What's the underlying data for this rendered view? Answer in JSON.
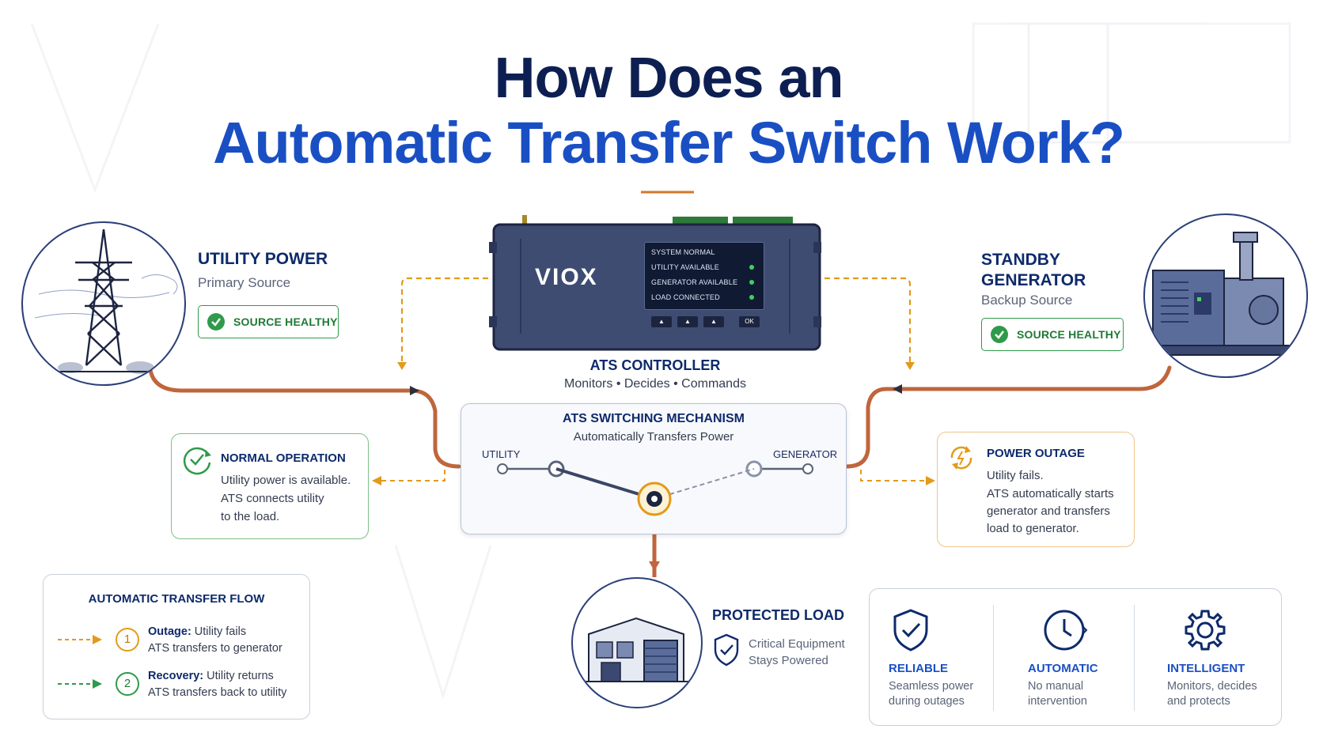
{
  "title": {
    "line1": "How Does an",
    "line2": "Automatic Transfer Switch Work?"
  },
  "utility": {
    "heading": "UTILITY POWER",
    "subtitle": "Primary Source",
    "badge": "SOURCE HEALTHY"
  },
  "generator": {
    "heading_line1": "STANDBY",
    "heading_line2": "GENERATOR",
    "subtitle": "Backup Source",
    "badge": "SOURCE HEALTHY"
  },
  "controller": {
    "brand": "VIOX",
    "screen_lines": [
      "SYSTEM NORMAL",
      "UTILITY AVAILABLE",
      "GENERATOR AVAILABLE",
      "LOAD CONNECTED"
    ],
    "buttons": [
      "▲",
      "▲",
      "▲",
      "OK"
    ],
    "label": "ATS CONTROLLER",
    "caption": "Monitors • Decides • Commands"
  },
  "mechanism": {
    "title": "ATS SWITCHING MECHANISM",
    "subtitle": "Automatically Transfers Power",
    "left_label": "UTILITY",
    "right_label": "GENERATOR"
  },
  "normal_op": {
    "title": "NORMAL OPERATION",
    "lines": [
      "Utility power is available.",
      "ATS connects utility",
      "to the load."
    ]
  },
  "outage": {
    "title": "POWER OUTAGE",
    "lines": [
      "Utility fails.",
      "ATS automatically starts",
      "generator and transfers",
      "load to generator."
    ]
  },
  "flow": {
    "title": "AUTOMATIC TRANSFER FLOW",
    "steps": [
      {
        "num": "1",
        "bold": "Outage:",
        "rest": " Utility fails",
        "line2": "ATS transfers to generator"
      },
      {
        "num": "2",
        "bold": "Recovery:",
        "rest": " Utility returns",
        "line2": "ATS transfers back to utility"
      }
    ]
  },
  "load": {
    "heading": "PROTECTED LOAD",
    "line1": "Critical Equipment",
    "line2": "Stays Powered"
  },
  "features": [
    {
      "icon": "shield-check-icon",
      "title": "RELIABLE",
      "line1": "Seamless power",
      "line2": "during outages"
    },
    {
      "icon": "clock-icon",
      "title": "AUTOMATIC",
      "line1": "No manual",
      "line2": "intervention"
    },
    {
      "icon": "gear-icon",
      "title": "INTELLIGENT",
      "line1": "Monitors, decides",
      "line2": "and protects"
    }
  ],
  "colors": {
    "navy": "#0d1f52",
    "blue": "#1a4fc4",
    "green": "#2e9a4a",
    "orange": "#e39a1a",
    "copper": "#c0653c"
  }
}
